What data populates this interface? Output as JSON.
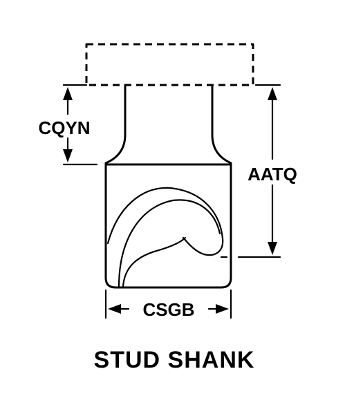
{
  "labels": {
    "cqyn": "CQYN",
    "aatq": "AATQ",
    "csgb": "CSGB"
  },
  "caption": "STUD SHANK",
  "colors": {
    "line": "#000000",
    "background": "#ffffff"
  }
}
